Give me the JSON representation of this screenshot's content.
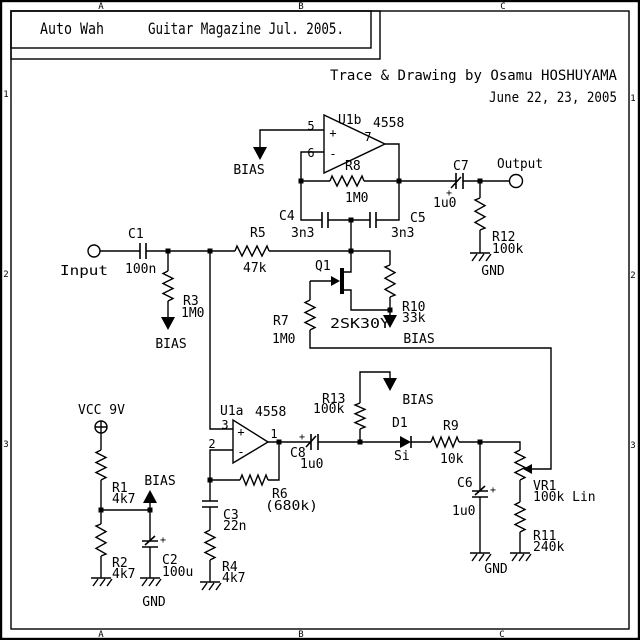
{
  "title_block": {
    "title": "Auto Wah",
    "source": "Guitar Magazine  Jul. 2005."
  },
  "credits": {
    "line1": "Trace & Drawing by Osamu HOSHUYAMA",
    "line2": "June 22, 23, 2005"
  },
  "frame": {
    "top": [
      "A",
      "B",
      "C"
    ],
    "bottom": [
      "A",
      "B",
      "C"
    ],
    "left": [
      "1",
      "2",
      "3"
    ],
    "right": [
      "1",
      "2",
      "3"
    ]
  },
  "nets": {
    "bias": "BIAS",
    "gnd": "GND",
    "vcc": "VCC 9V",
    "input": "Input",
    "output": "Output"
  },
  "symbols": {
    "plus": "+",
    "minus": "-"
  },
  "parts": {
    "U1a": {
      "ref": "U1a",
      "type": "4558",
      "pin1": "1",
      "pin2": "2",
      "pin3": "3"
    },
    "U1b": {
      "ref": "U1b",
      "type": "4558",
      "pin5": "5",
      "pin6": "6",
      "pin7": "7"
    },
    "Q1": {
      "ref": "Q1",
      "type": "2SK30Y"
    },
    "D1": {
      "ref": "D1",
      "type": "Si"
    },
    "C1": {
      "ref": "C1",
      "value": "100n"
    },
    "C2": {
      "ref": "C2",
      "value": "100u"
    },
    "C3": {
      "ref": "C3",
      "value": "22n"
    },
    "C4": {
      "ref": "C4",
      "value": "3n3"
    },
    "C5": {
      "ref": "C5",
      "value": "3n3"
    },
    "C6": {
      "ref": "C6",
      "value": "1u0"
    },
    "C7": {
      "ref": "C7",
      "value": "1u0"
    },
    "C8": {
      "ref": "C8",
      "value": "1u0"
    },
    "R1": {
      "ref": "R1",
      "value": "4k7"
    },
    "R2": {
      "ref": "R2",
      "value": "4k7"
    },
    "R3": {
      "ref": "R3",
      "value": "1M0"
    },
    "R4": {
      "ref": "R4",
      "value": "4k7"
    },
    "R5": {
      "ref": "R5",
      "value": "47k"
    },
    "R6": {
      "ref": "R6",
      "value": "(680k)"
    },
    "R7": {
      "ref": "R7",
      "value": "1M0"
    },
    "R8": {
      "ref": "R8",
      "value": "1M0"
    },
    "R9": {
      "ref": "R9",
      "value": "10k"
    },
    "R10": {
      "ref": "R10",
      "value": "33k"
    },
    "R11": {
      "ref": "R11",
      "value": "240k"
    },
    "R12": {
      "ref": "R12",
      "value": "100k"
    },
    "R13": {
      "ref": "R13",
      "value": "100k"
    },
    "VR1": {
      "ref": "VR1",
      "value": "100k Lin"
    }
  },
  "colors": {
    "ink": "#000000",
    "paper": "#ffffff"
  }
}
